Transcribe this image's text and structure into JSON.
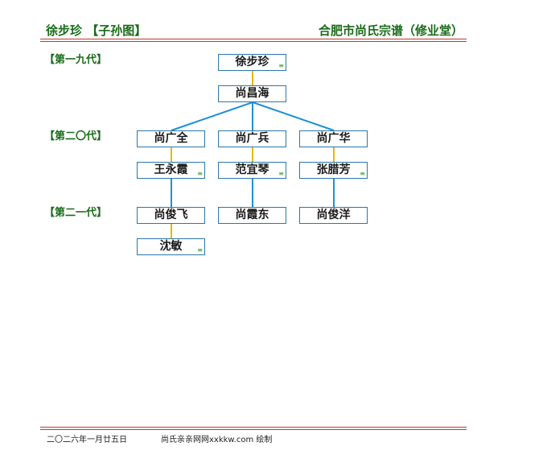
{
  "header": {
    "left_title": "徐步珍 【子孙图】",
    "right_title": "合肥市尚氏宗谱（修业堂）"
  },
  "generations": [
    "【第一九代】",
    "【第二〇代】",
    "【第二一代】"
  ],
  "persons": {
    "p1": "徐步珍",
    "p2": "尚昌海",
    "p3": "尚广全",
    "p4": "尚广兵",
    "p5": "尚广华",
    "p6": "王永霞",
    "p7": "范宜琴",
    "p8": "张腊芳",
    "p9": "尚俊飞",
    "p10": "尚霞东",
    "p11": "尚俊洋",
    "p12": "沈敏"
  },
  "spouse_mark": "≡",
  "footer": {
    "date": "二〇二六年一月廿五日",
    "credit": "尚氏亲亲网网xxkkw.com 绘制"
  },
  "colors": {
    "title_green": "#1a6b1a",
    "rule_red": "#c0392b",
    "box_border": "#2a78a8",
    "spouse_line": "#e6b800",
    "child_line": "#1e8fd6"
  }
}
